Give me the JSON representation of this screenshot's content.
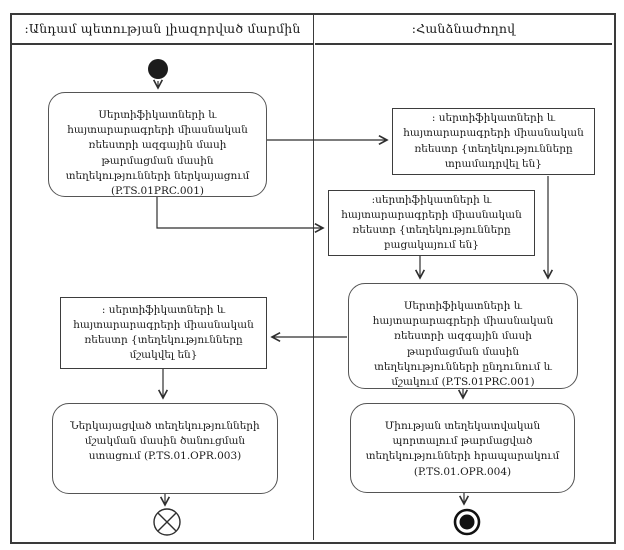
{
  "diagram": {
    "lanes": [
      {
        "title": ":Անդամ պետության լիազորված մարմին"
      },
      {
        "title": ":Հանձնաժողով"
      }
    ],
    "nodes": {
      "submit_action": {
        "text": "Սերտիֆիկատների և հայտարարագրերի միասնական ռեեստրի ազգային մասի թարմացման մասին տեղեկությունների ներկայացում (P.TS.01PRC.001)"
      },
      "registry_provided": {
        "text": ": սերտիֆիկատների և հայտարարագրերի միասնական ռեեստր {տեղեկությունները տրամադրվել են}"
      },
      "registry_missing": {
        "text": ":սերտիֆիկատների և հայտարարագրերի միասնական ռեեստր {տեղեկությունները բացակայում են}"
      },
      "receive_process_action": {
        "text": "Սերտիֆիկատների և հայտարարագրերի միասնական ռեեստրի ազգային մասի թարմացման մասին տեղեկությունների ընդունում և մշակում (P.TS.01PRC.001)"
      },
      "registry_processed": {
        "text": ": սերտիֆիկատների և հայտարարագրերի միասնական ռեեստր {տեղեկությունները մշակվել են}"
      },
      "notification_action": {
        "text": "Ներկայացված տեղեկությունների մշակման մասին ծանուցման ստացում (P.TS.01.OPR.003)"
      },
      "publish_action": {
        "text": "Միության տեղեկատվական պորտալում թարմացված տեղեկությունների հրապարակում (P.TS.01.OPR.004)"
      }
    },
    "colors": {
      "line": "#2e2e2e",
      "node_fill": "#ffffff",
      "background": "#ffffff"
    }
  }
}
